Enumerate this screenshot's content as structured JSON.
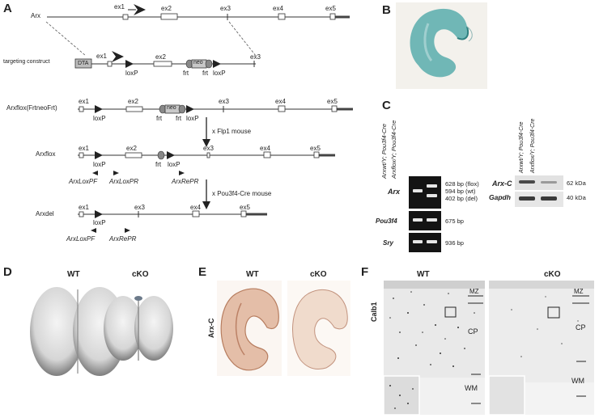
{
  "panels": {
    "A": "A",
    "B": "B",
    "C": "C",
    "D": "D",
    "E": "E",
    "F": "F"
  },
  "panelA": {
    "rows": {
      "arx": "Arx",
      "targeting": "targeting construct",
      "arxflox_frt": "Arxflox(FrtneoFrt)",
      "arxflox": "Arxflox",
      "arxdel": "Arxdel"
    },
    "exons": {
      "ex1": "ex1",
      "ex2": "ex2",
      "ex3": "ex3",
      "ex4": "ex4",
      "ex5": "ex5"
    },
    "elements": {
      "dta": "DTA",
      "neo": "neo",
      "loxp": "loxP",
      "frt": "frt"
    },
    "crosses": {
      "flp": "x Flp1 mouse",
      "cre": "x Pou3f4-Cre mouse"
    },
    "primers": {
      "lox_pf": "ArxLoxPF",
      "lox_pr": "ArxLoxPR",
      "re_pr": "ArxRePR"
    }
  },
  "panelC": {
    "lanes_left": [
      "Arxwt/Y; Pou3f4-Cre",
      "Arxflox/Y; Pou3f4-Cre"
    ],
    "lanes_right": [
      "Arxwt/Y; Pou3f4-Cre",
      "Arxflox/Y; Pou3f4-Cre"
    ],
    "pcr_rows": [
      "Arx",
      "Pou3f4",
      "Sry"
    ],
    "arx_sizes": [
      "628 bp (flox)",
      "594 bp (wt)",
      "402 bp (del)"
    ],
    "pou3f4_size": "675 bp",
    "sry_size": "936 bp",
    "wb_rows": [
      "Arx-C",
      "Gapdh"
    ],
    "wb_sizes": [
      "62 kDa",
      "40 kDa"
    ]
  },
  "panelD": {
    "wt": "WT",
    "cko": "cKO"
  },
  "panelE": {
    "wt": "WT",
    "cko": "cKO",
    "stain": "Arx-C"
  },
  "panelF": {
    "wt": "WT",
    "cko": "cKO",
    "stain": "Calb1",
    "layers": {
      "mz": "MZ",
      "cp": "CP",
      "wm": "WM"
    }
  },
  "colors": {
    "x_gal": "#4aa6a6",
    "dab": "#c07a5a",
    "gel": "#141414",
    "neo_fill": "#c8c8c8"
  }
}
